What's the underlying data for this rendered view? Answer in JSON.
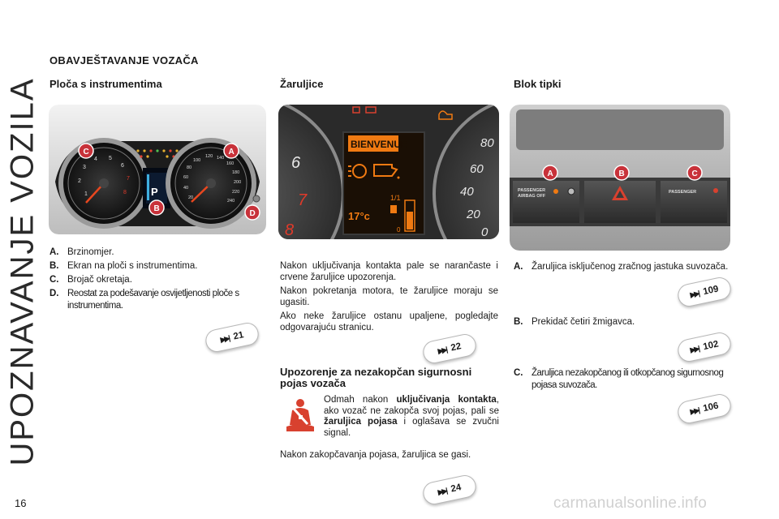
{
  "side_title": "UPOZNAVANJE VOZILA",
  "main_title": "OBAVJEŠTAVANJE VOZAČA",
  "page_number": "16",
  "watermark": "carmanualsonline.info",
  "colors": {
    "badge_red": "#c8323a",
    "warning_red": "#d8412f",
    "screen_orange": "#f07a12",
    "tick_red": "#e03a2a"
  },
  "instrument_panel": {
    "title": "Ploča s instrumentima",
    "image": {
      "badges": [
        "A",
        "B",
        "C",
        "D"
      ],
      "left_gauge_numbers": [
        "1",
        "2",
        "3",
        "4",
        "5",
        "6",
        "7",
        "8"
      ],
      "right_gauge_numbers": [
        "20",
        "40",
        "60",
        "80",
        "100",
        "120",
        "140",
        "160",
        "180",
        "200",
        "220",
        "240"
      ],
      "gear": "P"
    },
    "items": [
      {
        "key": "A.",
        "text": "Brzinomjer."
      },
      {
        "key": "B.",
        "text": "Ekran na ploči s instrumentima."
      },
      {
        "key": "C.",
        "text": "Brojač okretaja."
      },
      {
        "key": "D.",
        "text": "Reostat za podešavanje osvijetljenosti ploče s instrumentima."
      }
    ],
    "ref": "21"
  },
  "warning_lights": {
    "title": "Žaruljice",
    "image": {
      "left_numbers": [
        "6",
        "7",
        "8"
      ],
      "right_numbers": [
        "80",
        "60",
        "40",
        "20",
        "0"
      ],
      "screen_title": "BIENVENUE",
      "screen_fraction": "1/1",
      "screen_temp": "17°c",
      "screen_zero": "0"
    },
    "paragraphs": [
      "Nakon uključivanja kontakta pale se narančaste i crvene žaruljice upozorenja.",
      "Nakon pokretanja motora, te žaruljice moraju se ugasiti.",
      "Ako neke žaruljice ostanu upaljene, pogledajte odgovarajuću stranicu."
    ],
    "ref": "22"
  },
  "seatbelt": {
    "title": "Upozorenje za nezakopčan sigurnosni pojas vozača",
    "text_parts": [
      "Odmah nakon ",
      "uključivanja kontakta",
      ", ako vozač ne zakopča svoj pojas, pali se ",
      "žaruljica pojasa",
      " i oglašava se zvučni signal."
    ],
    "paragraph2": "Nakon zakopčavanja pojasa, žaruljica se gasi.",
    "ref": "24"
  },
  "button_block": {
    "title": "Blok tipki",
    "image": {
      "badges": [
        "A",
        "B",
        "C"
      ],
      "label_a_line1": "PASSENGER",
      "label_a_line2": "AIRBAG OFF",
      "label_c": "PASSENGER"
    },
    "items": [
      {
        "key": "A.",
        "text": "Žaruljica isključenog zračnog jastuka suvozača.",
        "ref": "109"
      },
      {
        "key": "B.",
        "text": "Prekidač četiri žmigavca.",
        "ref": "102"
      },
      {
        "key": "C.",
        "text": "Žaruljica nezakopčanog ili otkopčanog sigurnosnog pojasa suvozača.",
        "ref": "106"
      }
    ]
  }
}
